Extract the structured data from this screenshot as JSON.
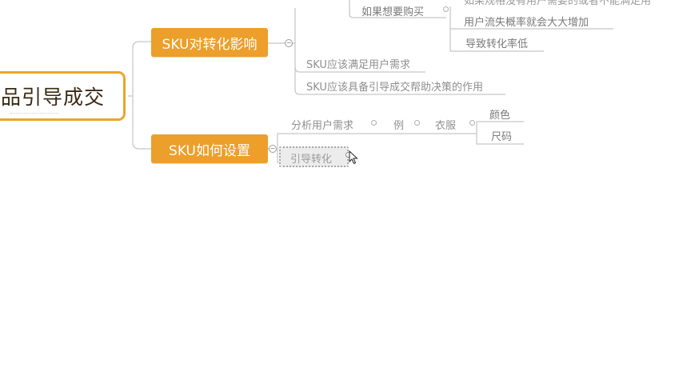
{
  "root": {
    "label": "品引导成交"
  },
  "topics": {
    "sku_effect": {
      "label": "SKU对转化影响"
    },
    "sku_setup": {
      "label": "SKU如何设置"
    }
  },
  "effect_children": {
    "want_buy": "如果想要购买",
    "partial_top": "如果规格没有用户需要的或者不能满足用",
    "churn": "用户流失概率就会大大增加",
    "conv_low": "导致转化率低",
    "meet_needs": "SKU应该满足用户需求",
    "decision_help": "SKU应该具备引导成交帮助决策的作用"
  },
  "setup_children": {
    "analyze": "分析用户需求",
    "example": "例",
    "clothing": "衣服",
    "color": "颜色",
    "size": "尺码",
    "guide_conv": "引导转化"
  },
  "colors": {
    "topic_fill": "#ec9f2a",
    "root_border": "#e9a62a",
    "line": "#c8c8c8",
    "subtext": "#8f8f8f"
  },
  "icons": [
    "collapse-circle-icon",
    "mouse-cursor-icon"
  ]
}
